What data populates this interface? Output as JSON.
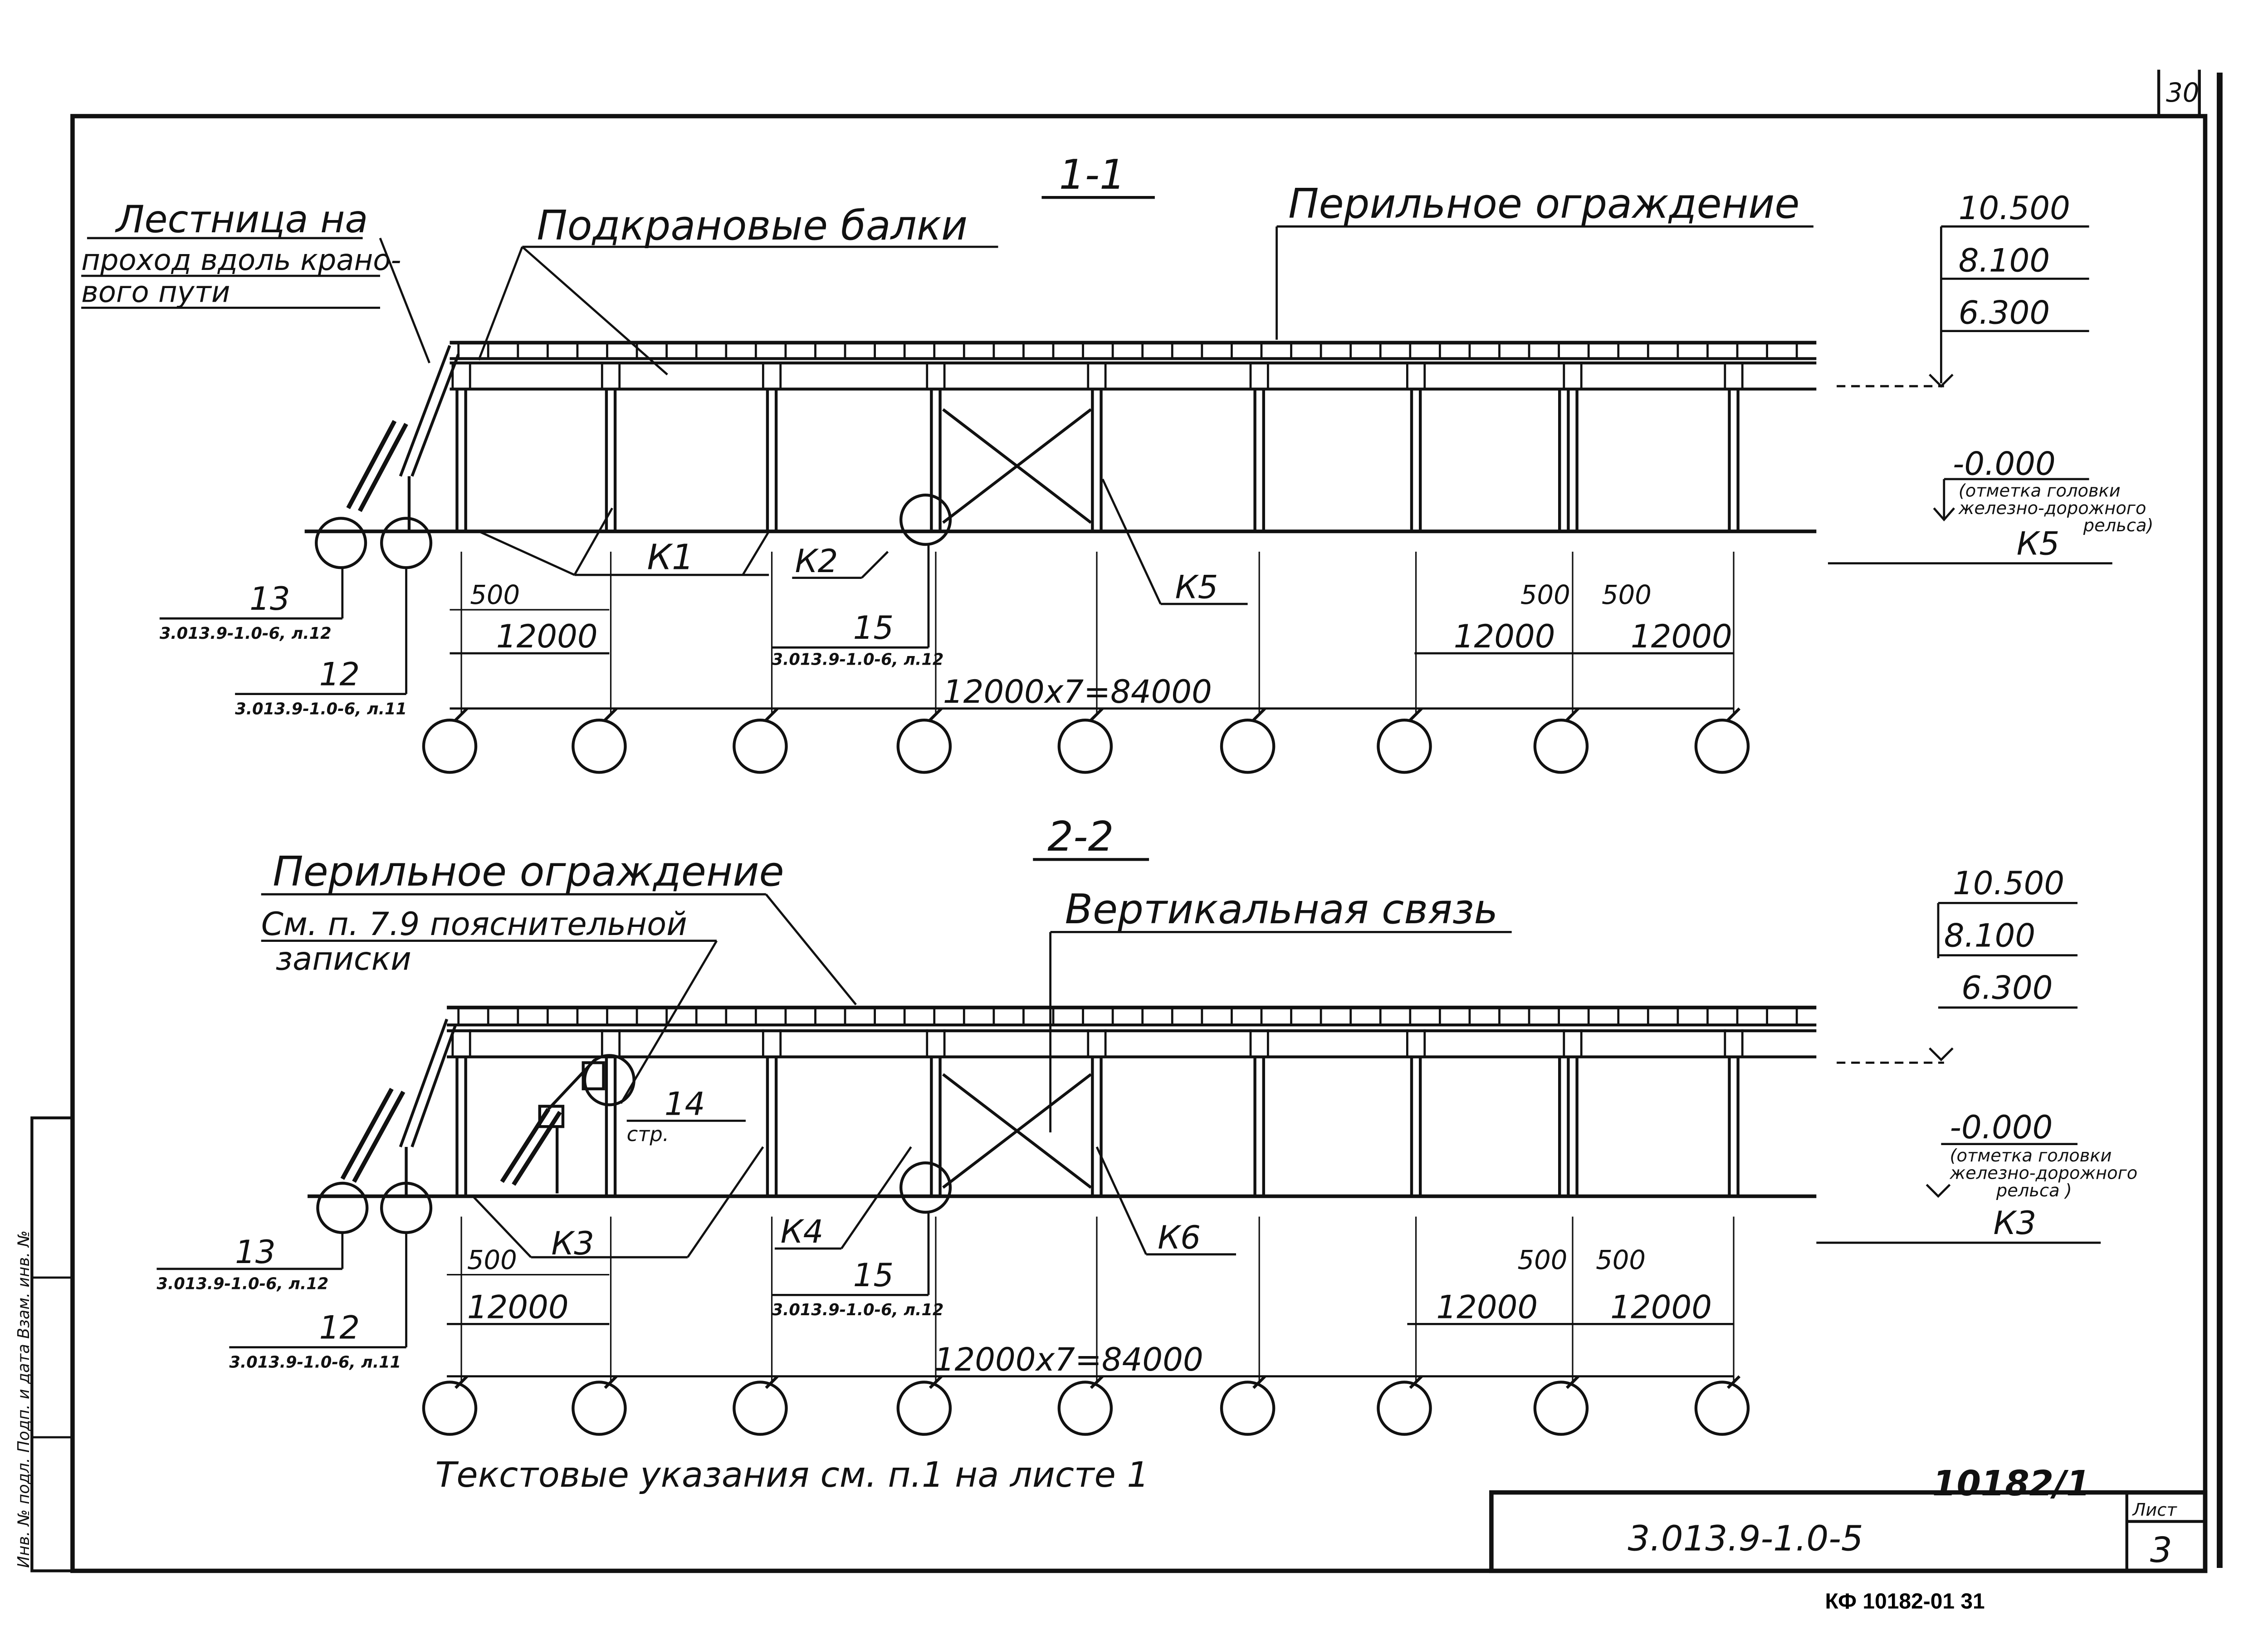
{
  "sheet": {
    "top_number": "30",
    "code": "3.013.9-1.0-5",
    "sheet_label": "Лист",
    "sheet_number": "3",
    "doc_number": "10182/1",
    "footer": "КФ 10182-01 31",
    "notes": "Текстовые указания см. п.1 на листе 1",
    "side_stamp": "Инв. № подл. Подп. и дата Взам. инв. №"
  },
  "section1": {
    "title": "1-1",
    "ladder_label_line1": "Лестница на",
    "ladder_label_line2": "проход вдоль крано-",
    "ladder_label_line3": "вого пути",
    "beams_label": "Подкрановые балки",
    "railing_label": "Перильное ограждение",
    "elev_1": "10.500",
    "elev_2": "8.100",
    "elev_3": "6.300",
    "elev_0": "-0.000",
    "elev_note_1": "(отметка головки",
    "elev_note_2": "железно-дорожного",
    "elev_note_3": "рельса)",
    "mark_k1": "К1",
    "mark_k2": "К2",
    "mark_k5a": "К5",
    "mark_k5b": "К5",
    "ref13_num": "13",
    "ref13_doc": "3.013.9-1.0-6, л.12",
    "ref12_num": "12",
    "ref12_doc": "3.013.9-1.0-6, л.11",
    "ref15_num": "15",
    "ref15_doc": "3.013.9-1.0-6, л.12",
    "dim_500_left": "500",
    "dim_500_right_a": "500",
    "dim_500_right_b": "500",
    "dim_12000_left": "12000",
    "dim_12000_r1": "12000",
    "dim_12000_r2": "12000",
    "dim_total": "12000х7=84000"
  },
  "section2": {
    "title": "2-2",
    "railing_label": "Перильное ограждение",
    "railing_note_1": "См. п. 7.9 пояснительной",
    "railing_note_2": "записки",
    "brace_label": "Вертикальная связь",
    "elev_1": "10.500",
    "elev_2": "8.100",
    "elev_3": "6.300",
    "elev_0": "-0.000",
    "elev_note_1": "(отметка головки",
    "elev_note_2": "железно-дорожного",
    "elev_note_3": "рельса )",
    "mark_k3a": "К3",
    "mark_k3b": "К3",
    "mark_k4": "К4",
    "mark_k6": "К6",
    "ref14_num": "14",
    "ref14_sub": "стр.",
    "ref13_num": "13",
    "ref13_doc": "3.013.9-1.0-6, л.12",
    "ref12_num": "12",
    "ref12_doc": "3.013.9-1.0-6, л.11",
    "ref15_num": "15",
    "ref15_doc": "3.013.9-1.0-6, л.12",
    "dim_500_left": "500",
    "dim_500_right_a": "500",
    "dim_500_right_b": "500",
    "dim_12000_left": "12000",
    "dim_12000_r1": "12000",
    "dim_12000_r2": "12000",
    "dim_total": "12000х7=84000"
  }
}
